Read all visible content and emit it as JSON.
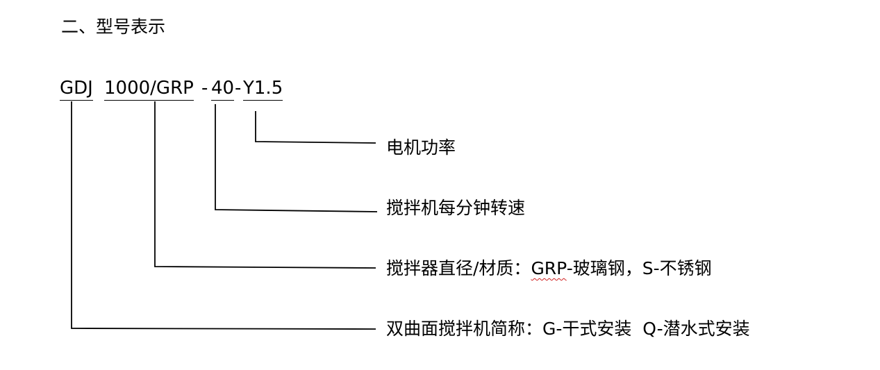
{
  "heading": "二、型号表示",
  "model_code": {
    "seg_gdj": "GDJ",
    "seg_diameter": "1000/GRP",
    "sep1": "-",
    "seg_speed": "40",
    "sep2": "-",
    "seg_power": "Y1.5"
  },
  "descriptions": {
    "power": "电机功率",
    "speed": "搅拌机每分钟转速",
    "diameter_prefix": "搅拌器直径/材质：",
    "diameter_grp": "GRP",
    "diameter_suffix": "-玻璃钢，S-不锈钢",
    "type": "双曲面搅拌机简称：G-干式安装  Q-潜水式安装"
  }
}
